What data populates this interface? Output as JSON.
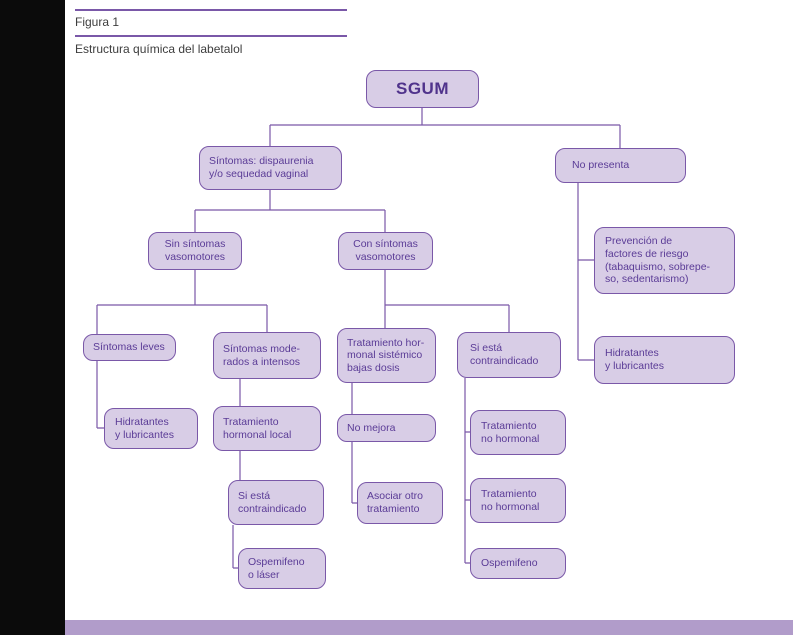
{
  "page": {
    "figure_label": "Figura 1",
    "figure_caption": "Estructura química del labetalol"
  },
  "colors": {
    "accent_purple": "#7a58a8",
    "box_fill": "#d8cde6",
    "box_text": "#5a3b96",
    "footer_bar": "#b19cca",
    "page_edge": "#0b0b0b"
  },
  "nodes": {
    "sgum": "SGUM",
    "sintomas_dispaurenia": "Síntomas: dispaurenia\ny/o sequedad vaginal",
    "no_presenta": "No presenta",
    "sin_sintomas_vasomotores": "Sin síntomas\nvasomotores",
    "con_sintomas_vasomotores": "Con síntomas\nvasomotores",
    "prevencion_factores_riesgo": "Prevención de\nfactores de riesgo\n(tabaquismo, sobrepe-\nso, sedentarismo)",
    "hidratantes_lubricantes_der": "Hidratantes\ny lubricantes",
    "sintomas_leves": "Síntomas leves",
    "sintomas_moderados": "Síntomas mode-\nrados a intensos",
    "tratamiento_sistemico": "Tratamiento hor-\nmonal sistémico\nbajas dosis",
    "si_esta_contraindicado_der": "Si está\ncontraindicado",
    "hidratantes_lubricantes_izq": "Hidratantes\ny lubricantes",
    "tratamiento_local": "Tratamiento\nhormonal local",
    "no_mejora": "No mejora",
    "tratamiento_no_hormonal_1": "Tratamiento\nno hormonal",
    "si_esta_contraindicado_izq": "Si está\ncontraindicado",
    "asociar_otro": "Asociar otro\ntratamiento",
    "tratamiento_no_hormonal_2": "Tratamiento\nno hormonal",
    "ospemifeno_laser": "Ospemifeno\no láser",
    "ospemifeno": "Ospemifeno"
  }
}
